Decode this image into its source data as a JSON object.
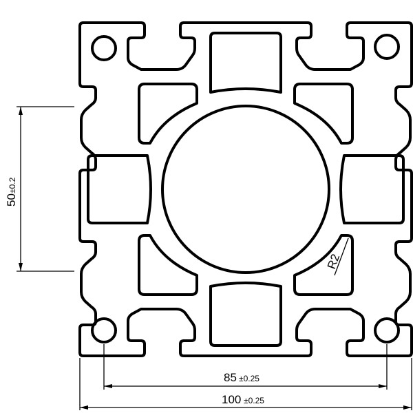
{
  "drawing": {
    "profile": "aluminium-extrusion-100x100",
    "dim_width_value": "100",
    "dim_width_tol": "±0.25",
    "dim_holes_value": "85",
    "dim_holes_tol": "±0.25",
    "dim_slot_value": "50",
    "dim_slot_tol": "±0.2",
    "dim_radius": "R2",
    "line_color": "#000000",
    "background_color": "#ffffff"
  }
}
